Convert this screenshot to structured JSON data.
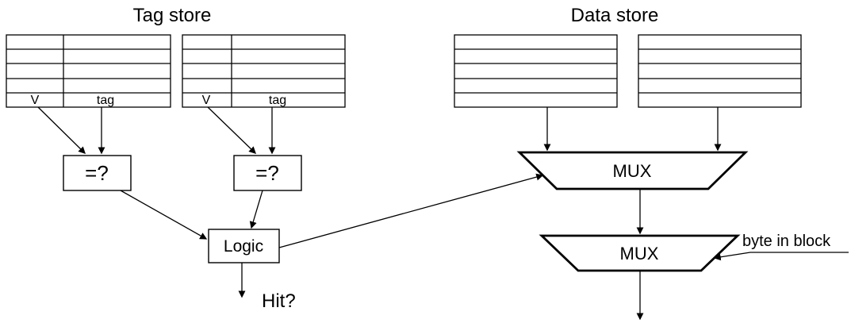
{
  "diagram": {
    "tag_store": {
      "title": "Tag store",
      "table1": {
        "v": "V",
        "tag": "tag"
      },
      "table2": {
        "v": "V",
        "tag": "tag"
      }
    },
    "data_store": {
      "title": "Data store"
    },
    "comparators": {
      "eq1": "=?",
      "eq2": "=?"
    },
    "logic": {
      "label": "Logic",
      "output": "Hit?"
    },
    "mux1": {
      "label": "MUX"
    },
    "mux2": {
      "label": "MUX",
      "select": "byte in block"
    }
  },
  "colors": {
    "ink": "#000000",
    "background": "#ffffff"
  }
}
